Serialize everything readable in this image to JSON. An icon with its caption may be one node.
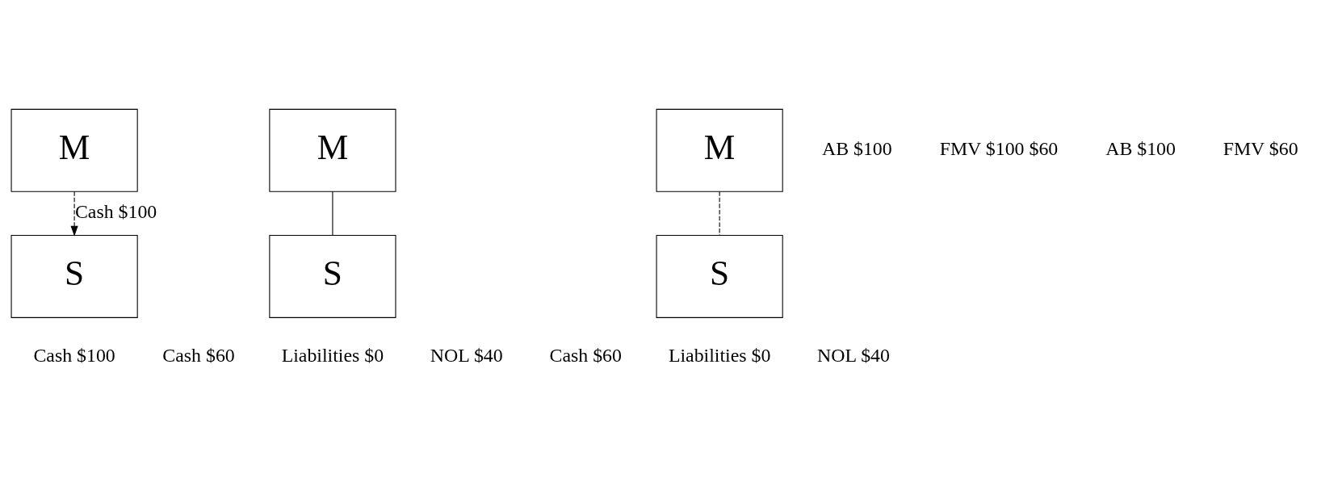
{
  "diagram": {
    "nodes": [
      {
        "text": [
          "M"
        ]
      },
      {
        "text": [
          "S"
        ],
        "beside": [
          "Cash $100"
        ]
      },
      {
        "text": [
          "M"
        ]
      },
      {
        "text": [
          "S"
        ]
      },
      {
        "text": [
          "M"
        ]
      },
      {
        "text": [
          "S"
        ]
      }
    ],
    "edges": [
      {
        "from": 0,
        "to": 1,
        "arrow": "to",
        "style": "dashed",
        "label": "Cash $100"
      },
      {
        "from": 2,
        "to": 3,
        "arrow": "none"
      },
      {
        "from": 4,
        "to": 5,
        "arrow": "none",
        "style": "dashed"
      }
    ],
    "labels": [
      "AB $100",
      "FMV $100 $60",
      "Cash $60",
      "Liabilities $0",
      "NOL $40",
      "AB $100",
      "FMV $60",
      "Cash $60",
      "Liabilities $0",
      "NOL $40"
    ]
  }
}
